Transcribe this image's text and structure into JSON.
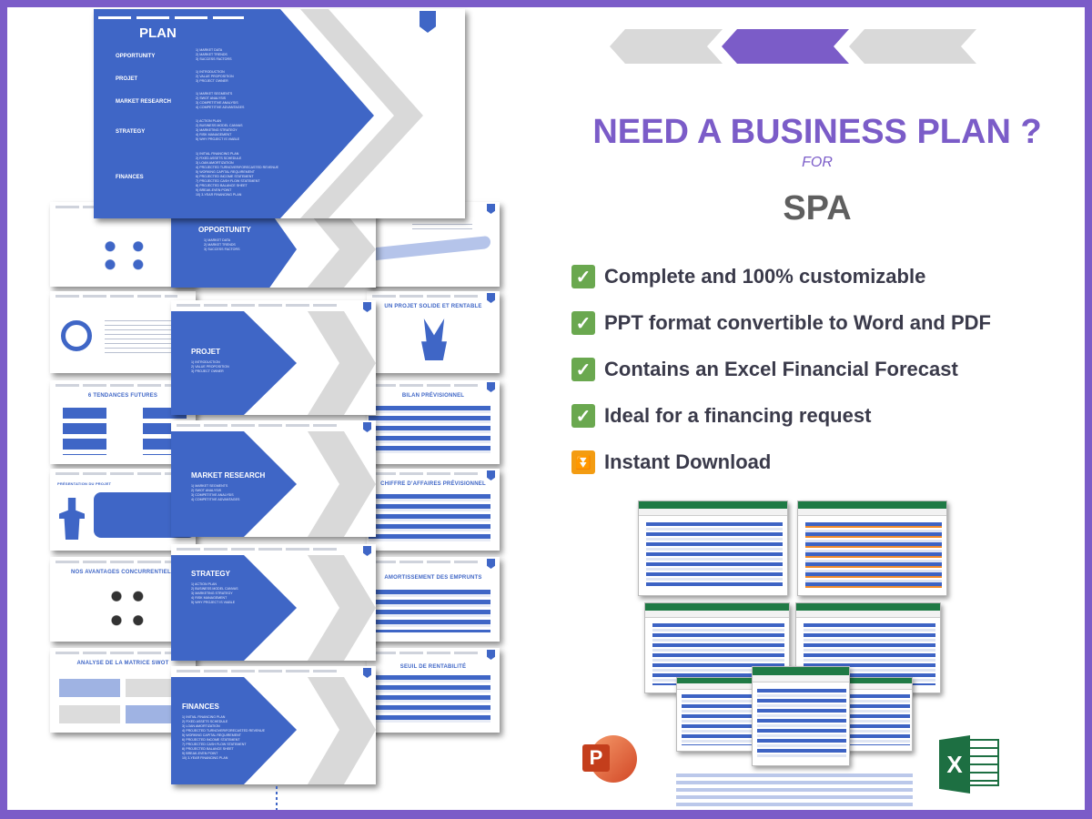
{
  "colors": {
    "frame": "#7b5cc8",
    "slide_blue": "#3f66c6",
    "chevron_gray": "#d9d9d9",
    "accent_purple": "#7b5cc8",
    "check_green": "#6aa84f",
    "download_orange": "#f39c12"
  },
  "hero": {
    "headline": "NEED A BUSINESS PLAN ?",
    "for": "FOR",
    "subject": "SPA"
  },
  "features": [
    {
      "icon": "check-mark-icon",
      "label": "Complete and 100% customizable"
    },
    {
      "icon": "check-mark-icon",
      "label": "PPT format convertible to Word and PDF"
    },
    {
      "icon": "check-mark-icon",
      "label": "Contains an Excel Financial Forecast"
    },
    {
      "icon": "check-mark-icon",
      "label": "Ideal for a financing request"
    },
    {
      "icon": "double-down-arrow-icon",
      "label": "Instant Download"
    }
  ],
  "plan": {
    "title": "PLAN",
    "sections": [
      {
        "label": "OPPORTUNITY",
        "items": [
          "1) MARKET DATA",
          "2) MARKET TRENDS",
          "3) SUCCESS FACTORS"
        ]
      },
      {
        "label": "PROJET",
        "items": [
          "1) INTRODUCTION",
          "2) VALUE PROPOSITION",
          "3) PROJECT OWNER"
        ]
      },
      {
        "label": "MARKET RESEARCH",
        "items": [
          "1) MARKET SEGMENTS",
          "2) SWOT ANALYSIS",
          "3) COMPETITIVE ANALYSIS",
          "4) COMPETITIVE ADVANTAGES"
        ]
      },
      {
        "label": "STRATEGY",
        "items": [
          "1) ACTION PLAN",
          "2) BUSINESS MODEL CANVAS",
          "3) MARKETING STRATEGY",
          "4) RISK MANAGEMENT",
          "5) WHY PROJECT IS VIABLE"
        ]
      },
      {
        "label": "FINANCES",
        "items": [
          "1) INITIAL FINANCING PLAN",
          "2) FIXED ASSETS SCHEDULE",
          "3) LOAN AMORTIZATION",
          "4) PROJECTED TURNOVER/FORECASTED REVENUE",
          "5) WORKING CAPITAL REQUIREMENT",
          "6) PROJECTED INCOME STATEMENT",
          "7) PROJECTED CASH FLOW STATEMENT",
          "8) PROJECTED BALANCE SHEET",
          "9) BREAK-EVEN POINT",
          "10) 3-YEAR FINANCING PLAN"
        ]
      }
    ]
  },
  "left_thumbs": [
    "",
    "",
    "6 TENDANCES FUTURES",
    "PRÉSENTATION DU PROJET",
    "NOS AVANTAGES CONCURRENTIELS",
    "ANALYSE DE LA MATRICE SWOT"
  ],
  "right_thumbs": [
    "",
    "UN PROJET SOLIDE ET RENTABLE",
    "BILAN PRÉVISIONNEL",
    "CHIFFRE D'AFFAIRES PRÉVISIONNEL",
    "AMORTISSEMENT DES EMPRUNTS",
    "SEUIL DE RENTABILITÉ"
  ],
  "apps": [
    {
      "icon": "powerpoint-icon",
      "letter": "P"
    },
    {
      "icon": "excel-icon",
      "letter": "X"
    }
  ]
}
